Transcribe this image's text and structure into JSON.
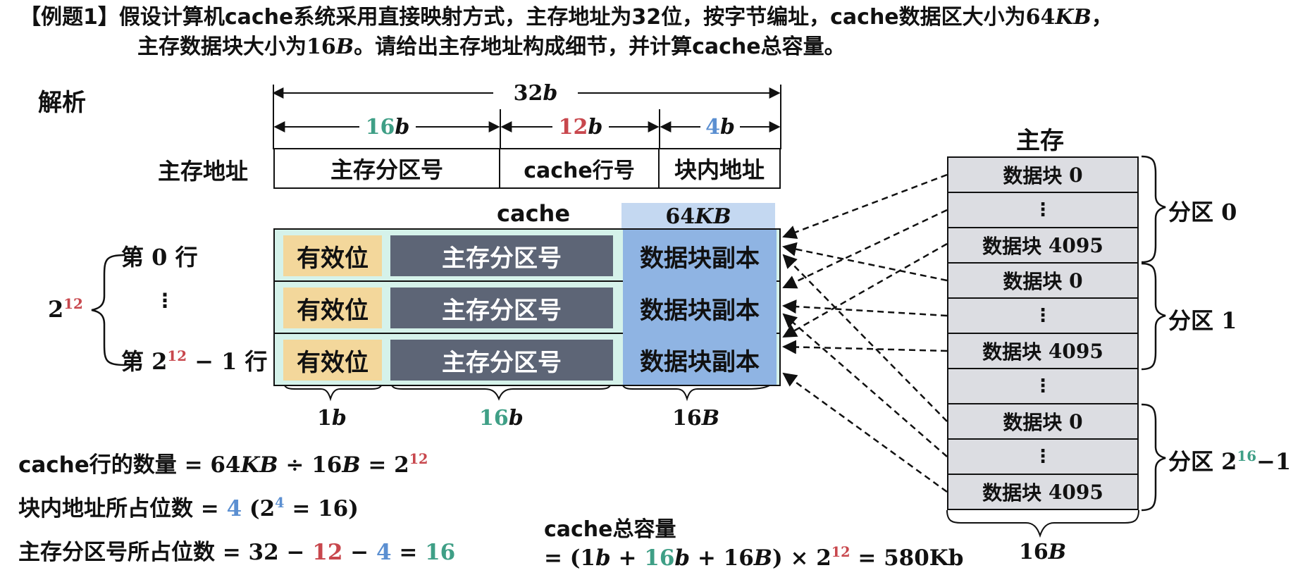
{
  "question": {
    "bracket_label": "【例题1】",
    "line1_a": "假设计算机cache系统采用直接映射方式，主存地址为32位，按字节编址，cache数据区大小为",
    "line1_v": "64",
    "line1_u": "KB",
    "line1_end": "，",
    "line2_a": "主存数据块大小为",
    "line2_v": "16",
    "line2_u": "B",
    "line2_b": "。请给出主存地址构成细节，并计算cache总容量。"
  },
  "analysis_label": "解析",
  "address": {
    "label": "主存地址",
    "total_num": "32",
    "total_unit": "b",
    "fields": [
      {
        "num": "16",
        "unit": "b",
        "name": "主存分区号"
      },
      {
        "num": "12",
        "unit": "b",
        "name": "cache行号"
      },
      {
        "num": "4",
        "unit": "b",
        "name": "块内地址"
      }
    ]
  },
  "cache": {
    "title": "cache",
    "data_size_num": "64",
    "data_size_unit": "KB",
    "row_cells": [
      "有效位",
      "主存分区号",
      "数据块副本"
    ],
    "row_labels": {
      "first_a": "第",
      "first_num": "0",
      "first_b": "行",
      "dots": "⋮",
      "last_a": "第",
      "last_base": "2",
      "last_exp": "12",
      "last_tail": "− 1",
      "last_b": "行"
    },
    "count_base": "2",
    "count_exp": "12",
    "widths": [
      {
        "num": "1",
        "unit": "b"
      },
      {
        "num": "16",
        "unit": "b"
      },
      {
        "num": "16",
        "unit": "B"
      }
    ]
  },
  "memory": {
    "title": "主存",
    "block_label": "数据块",
    "first_num": "0",
    "last_num": "4095",
    "dots": "⋮",
    "partitions": [
      {
        "label": "分区",
        "num": "0",
        "exp": "",
        "tail": ""
      },
      {
        "label": "分区",
        "num": "1",
        "exp": "",
        "tail": ""
      },
      {
        "label": "分区",
        "num": "2",
        "exp": "16",
        "tail": "−1"
      }
    ],
    "block_size_num": "16",
    "block_size_unit": "B"
  },
  "formulas": {
    "f1_label": "cache行的数量",
    "f1_eq": "= 64",
    "f1_u1": "KB",
    "f1_div": " ÷ 16",
    "f1_u2": "B",
    "f1_eq2": " = 2",
    "f1_exp": "12",
    "f2_label": "块内地址所占位数",
    "f2_eq": " = ",
    "f2_val": "4",
    "f2_paren": " (2",
    "f2_exp": "4",
    "f2_rest": " = 16)",
    "f3_label": "主存分区号所占位数",
    "f3_eq": " = 32 − ",
    "f3_v1": "12",
    "f3_minus": " − ",
    "f3_v2": "4",
    "f3_eq2": " = ",
    "f3_v3": "16"
  },
  "total": {
    "label": "cache总容量",
    "p1": "= (1",
    "u1": "b",
    "plus1": " + ",
    "n2": "16",
    "u2": "b",
    "plus2": " + 16",
    "u3": "B",
    "p2": ") × 2",
    "exp": "12",
    "result": " = 580Kb"
  },
  "colors": {
    "valid_bit": "#f3d79b",
    "tag": "#5d6576",
    "data_copy": "#8fb4e3",
    "cache_bg": "#d5f2ea",
    "mem_block": "#dcdde2",
    "green": "#3f9f86",
    "red": "#c8474d",
    "blue": "#5b8fd1"
  }
}
